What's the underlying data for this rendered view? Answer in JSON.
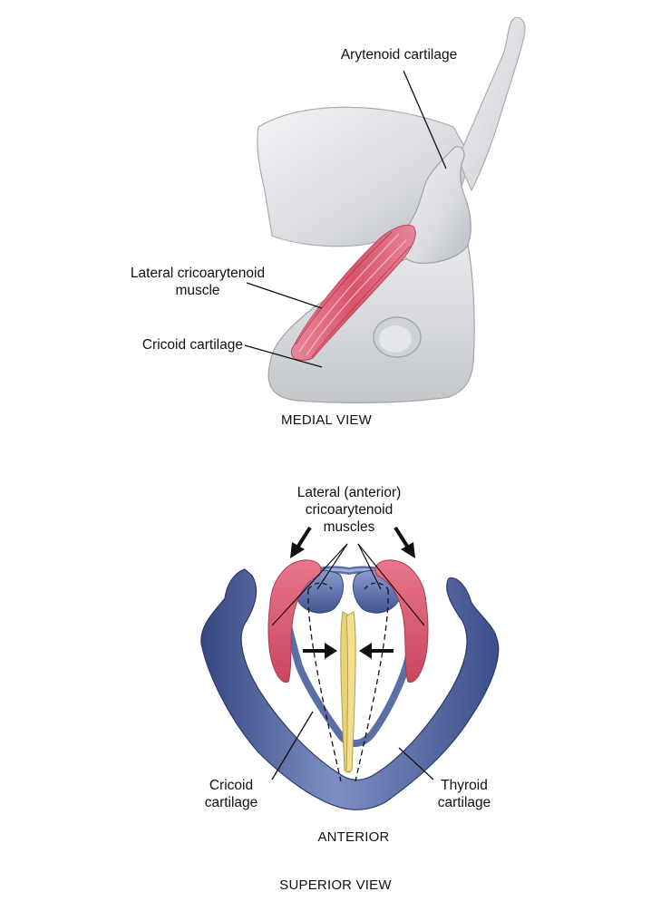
{
  "medial": {
    "arytenoid_label": "Arytenoid cartilage",
    "lca_label_line1": "Lateral cricoarytenoid",
    "lca_label_line2": "muscle",
    "cricoid_label": "Cricoid cartilage",
    "view_caption": "MEDIAL VIEW"
  },
  "superior": {
    "muscles_label_line1": "Lateral (anterior)",
    "muscles_label_line2": "cricoarytenoid",
    "muscles_label_line3": "muscles",
    "cricoid_label_line1": "Cricoid",
    "cricoid_label_line2": "cartilage",
    "thyroid_label_line1": "Thyroid",
    "thyroid_label_line2": "cartilage",
    "anterior_label": "ANTERIOR",
    "view_caption": "SUPERIOR VIEW"
  },
  "colors": {
    "cartilage_gray": "#d9dbde",
    "cartilage_blue": "#4a5e9a",
    "muscle_red": "#d9546a",
    "vocal_fold_yellow": "#e6d27a"
  }
}
